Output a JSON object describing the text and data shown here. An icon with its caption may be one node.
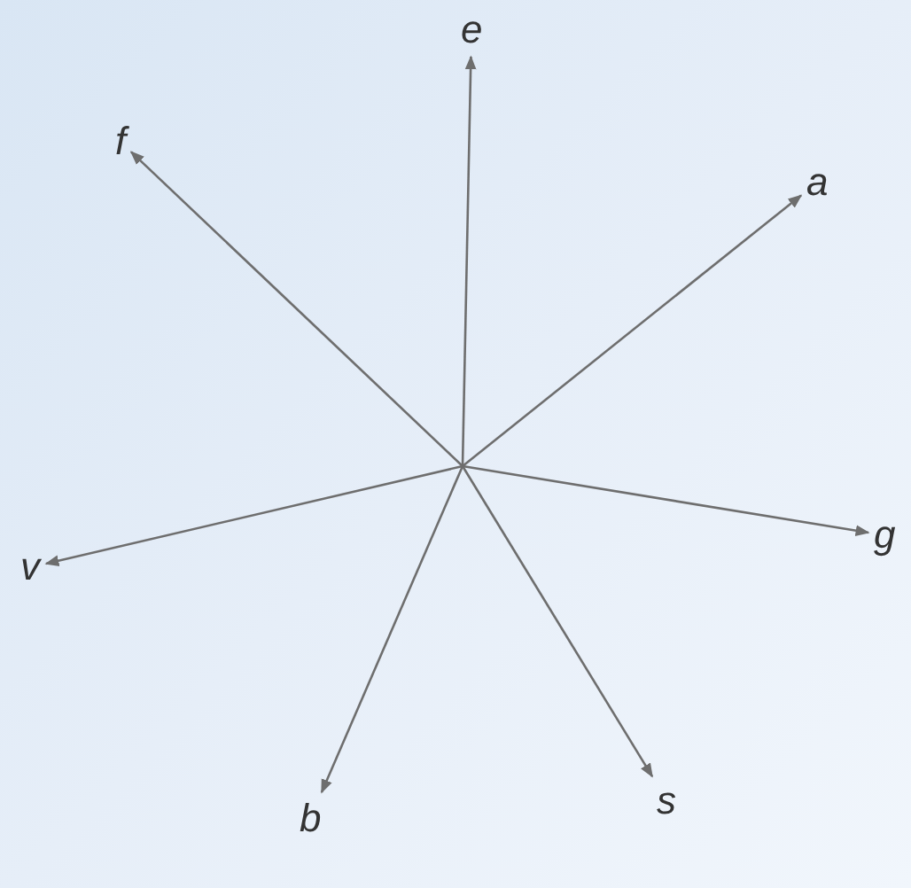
{
  "diagram": {
    "nodes": [
      {
        "text": [
          "e"
        ]
      },
      {
        "text": [
          "f"
        ]
      },
      {
        "text": [
          "a"
        ]
      },
      {
        "text": [
          "v"
        ]
      },
      {
        "text": [
          "g"
        ]
      },
      {
        "text": [
          "b"
        ]
      },
      {
        "text": [
          "s"
        ]
      }
    ],
    "edges": [
      {
        "from": null,
        "to": 0,
        "arrow": "to"
      },
      {
        "from": null,
        "to": 1,
        "arrow": "to"
      },
      {
        "from": null,
        "to": 2,
        "arrow": "to"
      },
      {
        "from": null,
        "to": 3,
        "arrow": "to"
      },
      {
        "from": null,
        "to": 4,
        "arrow": "to"
      },
      {
        "from": null,
        "to": 5,
        "arrow": "to"
      },
      {
        "from": null,
        "to": 6,
        "arrow": "to"
      }
    ]
  }
}
